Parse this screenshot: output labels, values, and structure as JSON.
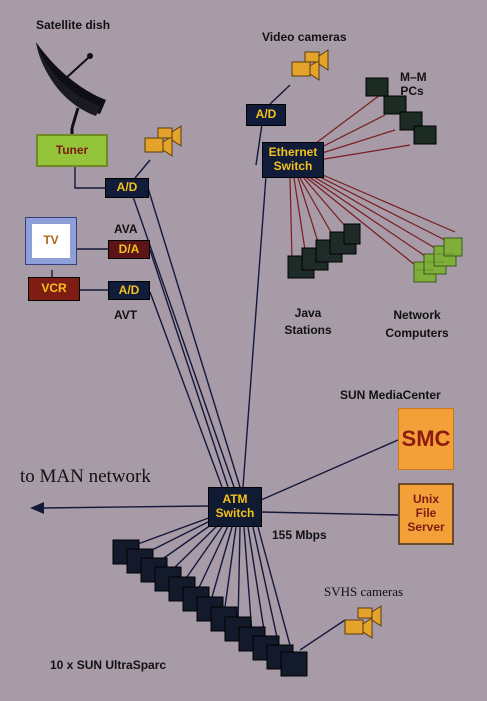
{
  "labels": {
    "satellite_dish": "Satellite dish",
    "video_cameras": "Video cameras",
    "mm_pcs_line1": "M–M",
    "mm_pcs_line2": "PCs",
    "network_computers_line1": "Network",
    "network_computers_line2": "Computers",
    "java_stations_line1": "Java",
    "java_stations_line2": "Stations",
    "ava": "AVA",
    "avt": "AVT",
    "sun_mediacenter": "SUN MediaCenter",
    "to_man_network": "to MAN network",
    "speed": "155 Mbps",
    "svhs_cameras": "SVHS cameras",
    "ultrasparc": "10 x SUN UltraSparc"
  },
  "boxes": {
    "tuner": "Tuner",
    "ad_top": "A/D",
    "ad_video": "A/D",
    "ethernet_line1": "Ethernet",
    "ethernet_line2": "Switch",
    "tv": "TV",
    "da": "D/A",
    "vcr": "VCR",
    "ad_vcr": "A/D",
    "smc": "SMC",
    "unix_line1": "Unix",
    "unix_line2": "File",
    "unix_line3": "Server",
    "atm_line1": "ATM",
    "atm_line2": "Switch"
  },
  "colors": {
    "background": "#a69ba7",
    "navy_box": "#111c3a",
    "box_text_yellow": "#f3c21b",
    "tuner_green": "#94c43a",
    "smc_orange": "#f2a037",
    "wire_red": "#7a1b1e"
  }
}
